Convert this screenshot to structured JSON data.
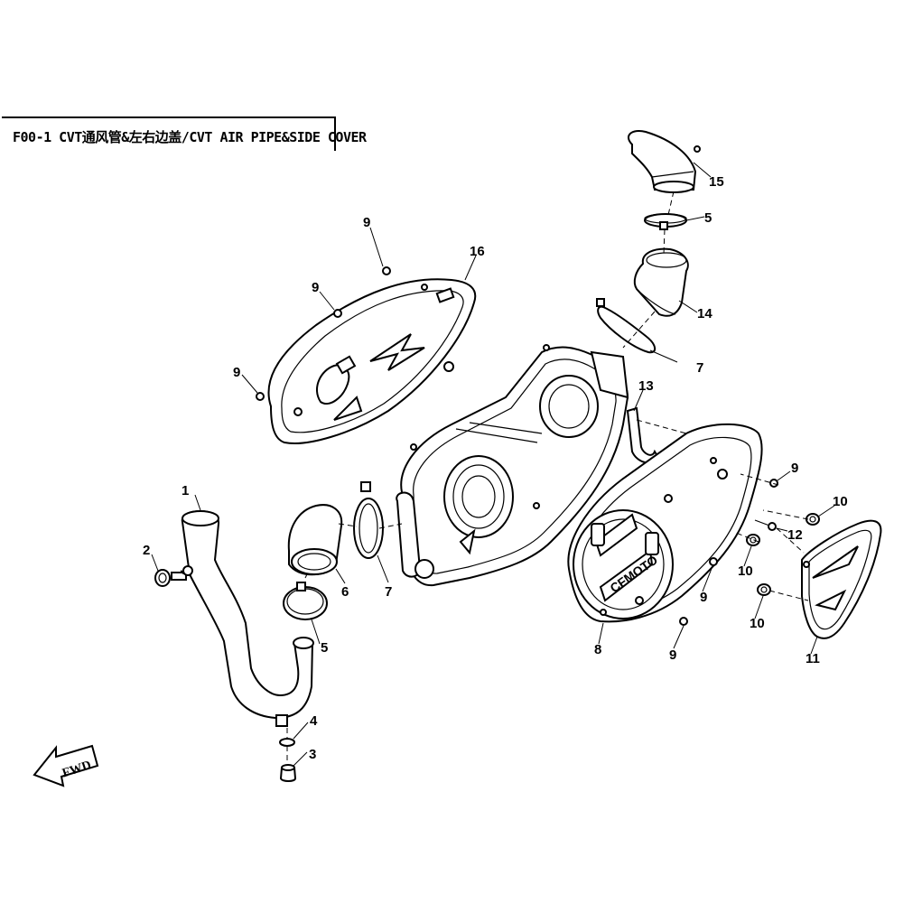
{
  "title": "F00-1 CVT通风管&左右边盖/CVT AIR PIPE&SIDE COVER",
  "fwd_label": "FWD",
  "cover_logo": "CFMOTO",
  "callouts": [
    "1",
    "2",
    "3",
    "4",
    "5",
    "5",
    "6",
    "7",
    "7",
    "8",
    "9",
    "9",
    "9",
    "9",
    "9",
    "9",
    "9",
    "10",
    "10",
    "10",
    "11",
    "12",
    "13",
    "14",
    "15",
    "16"
  ]
}
